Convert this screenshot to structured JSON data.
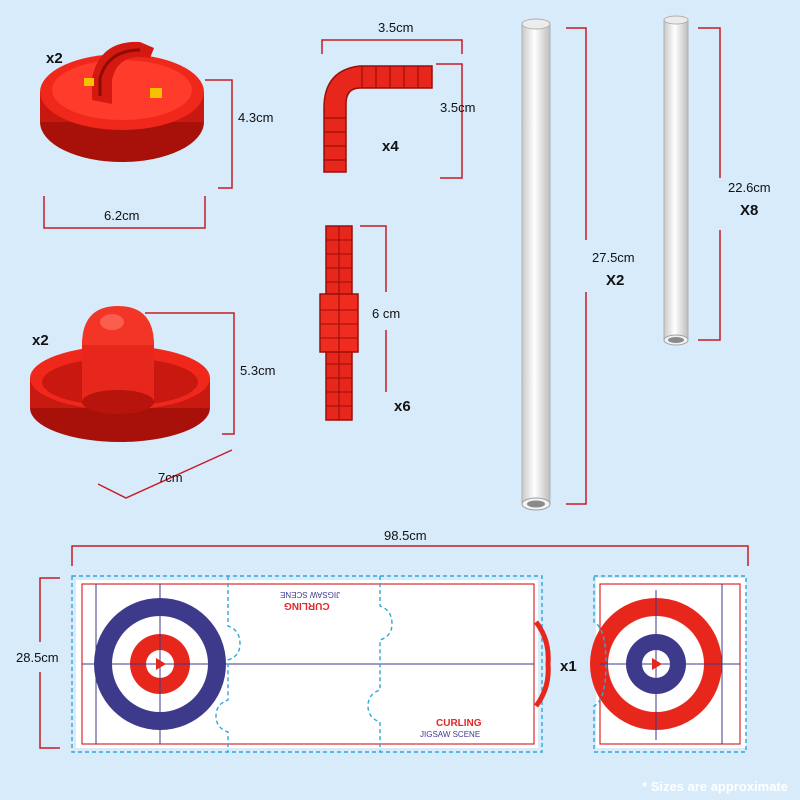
{
  "items": {
    "curling_stone": {
      "size_height": "4.3cm",
      "size_width": "6.2cm",
      "quantity": "x2"
    },
    "pusher": {
      "size_height": "5.3cm",
      "size_width": "7cm",
      "quantity": "x2"
    },
    "corner_connector": {
      "size_top": "3.5cm",
      "size_side": "3.5cm",
      "quantity": "x4"
    },
    "straight_connector": {
      "size": "6 cm",
      "quantity": "x6"
    },
    "long_tube": {
      "size": "27.5cm",
      "quantity": "X2"
    },
    "short_tube": {
      "size": "22.6cm",
      "quantity": "X8"
    }
  },
  "mat": {
    "length": "98.5cm",
    "width": "28.5cm",
    "quantity": "x1",
    "logo_title": "CURLING",
    "logo_subtitle": "JIGSAW SCENE"
  },
  "footnote": "* Sizes are approximate",
  "colors": {
    "background": "#d8ebfb",
    "piece_red": "#e8271c",
    "dimension_line": "#c81d25",
    "ring_blue": "#3d3a8c",
    "puzzle_outline": "#33a6d8"
  }
}
